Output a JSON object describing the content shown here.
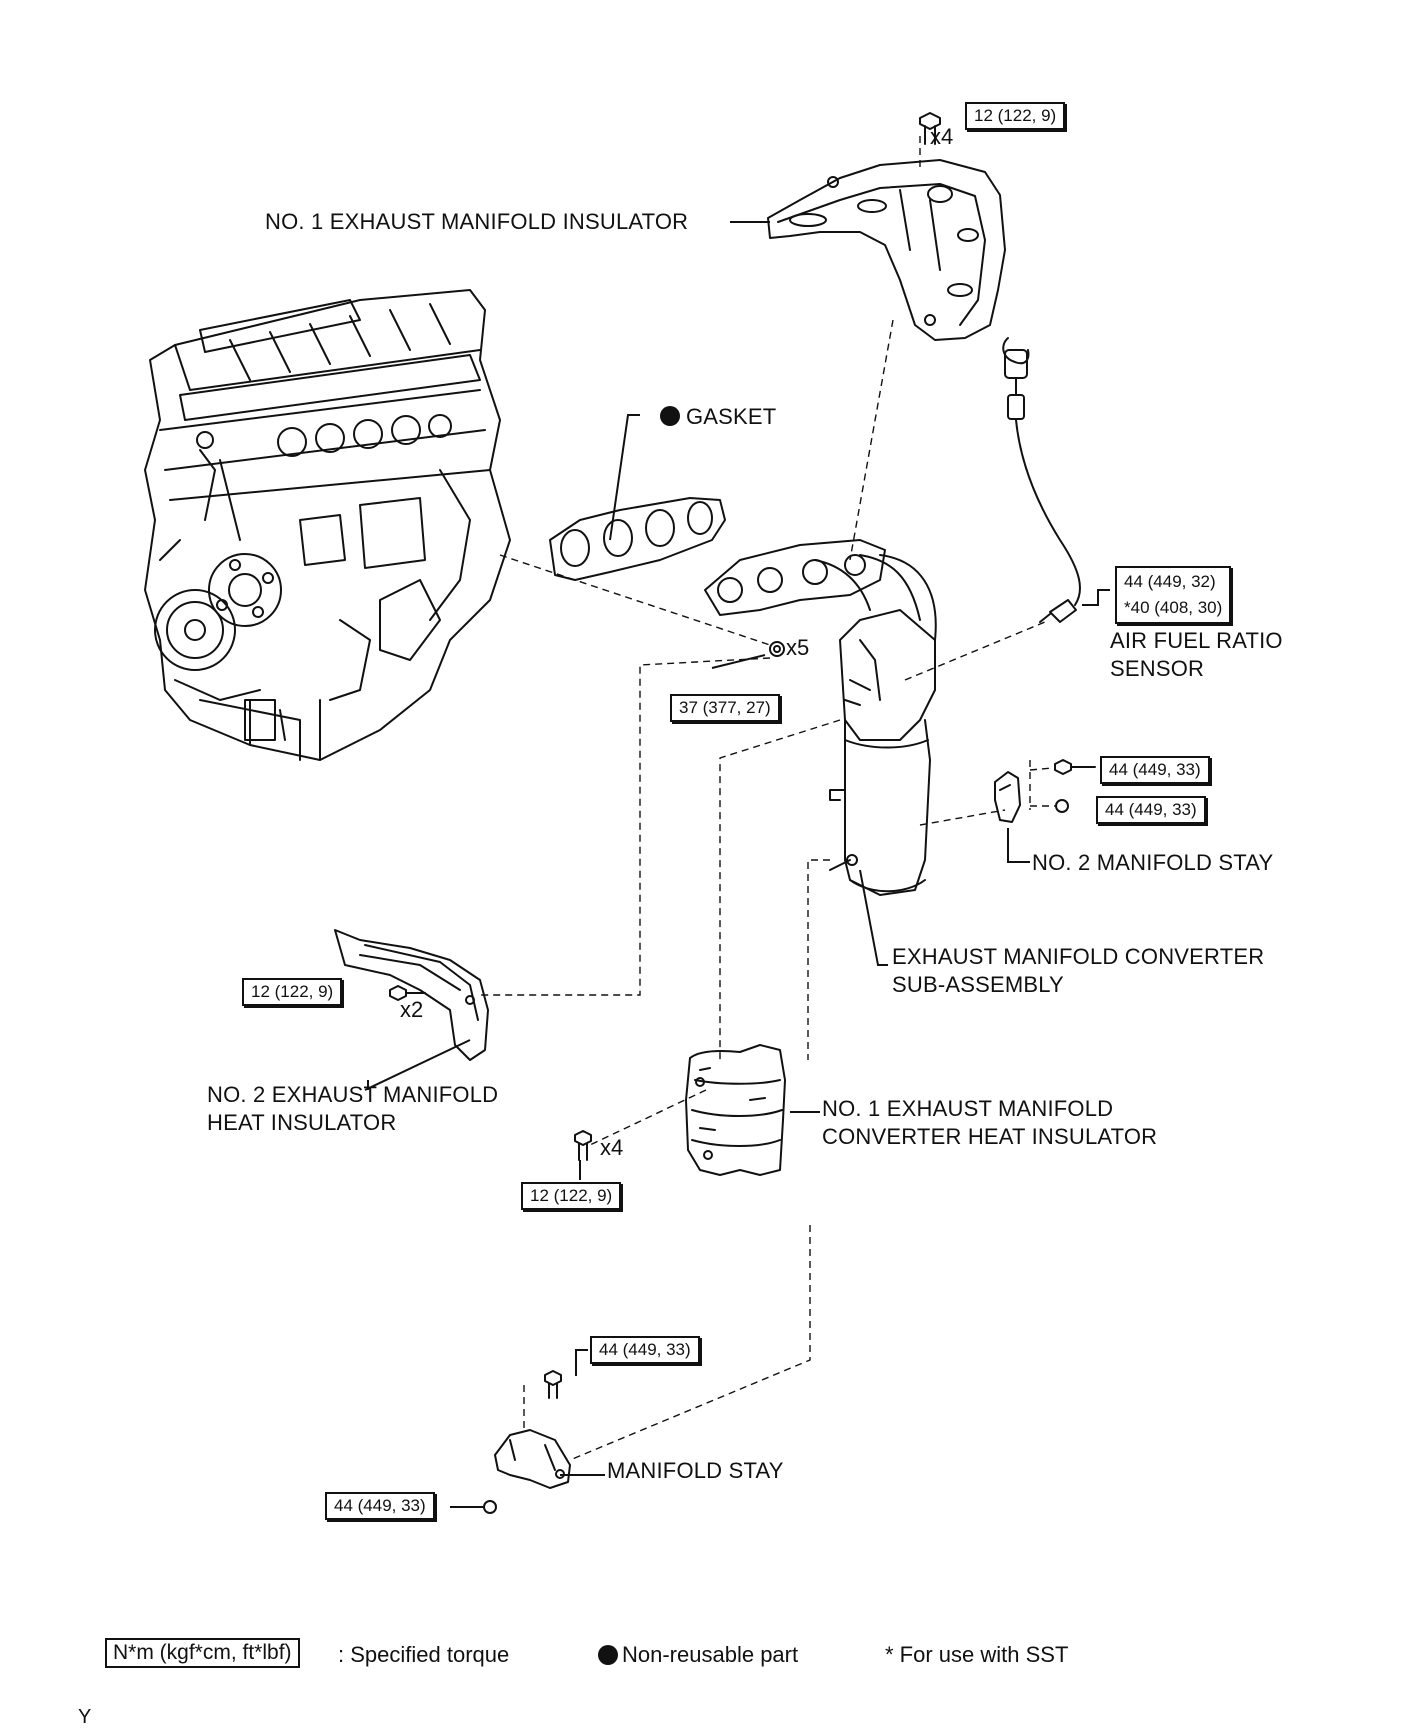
{
  "parts": {
    "insulator1": "NO. 1 EXHAUST MANIFOLD INSULATOR",
    "gasket": "GASKET",
    "af_sensor_l1": "AIR FUEL RATIO",
    "af_sensor_l2": "SENSOR",
    "stay2": "NO. 2 MANIFOLD STAY",
    "converter_l1": "EXHAUST MANIFOLD CONVERTER",
    "converter_l2": "SUB-ASSEMBLY",
    "heat_ins2_l1": "NO. 2 EXHAUST MANIFOLD",
    "heat_ins2_l2": "HEAT INSULATOR",
    "conv_ins1_l1": "NO. 1 EXHAUST MANIFOLD",
    "conv_ins1_l2": "CONVERTER HEAT INSULATOR",
    "stay": "MANIFOLD STAY"
  },
  "torques": {
    "insulator_bolt": "12 (122, 9)",
    "sensor_a": "44 (449, 32)",
    "sensor_b": "*40 (408, 30)",
    "manifold_nut": "37 (377, 27)",
    "stay2_bolt": "44 (449, 33)",
    "stay2_nut": "44 (449, 33)",
    "heat_ins2_bolt": "12 (122, 9)",
    "conv_ins_bolt": "12 (122, 9)",
    "stay_bolt": "44 (449, 33)",
    "stay_nut": "44 (449, 33)"
  },
  "quantities": {
    "insulator_bolts": "x4",
    "manifold_nuts": "x5",
    "heat_ins2_bolts": "x2",
    "conv_ins_bolts": "x4"
  },
  "legend": {
    "torque_unit": "N*m (kgf*cm, ft*lbf)",
    "torque_desc": ": Specified torque",
    "nonreusable": "Non-reusable part",
    "sst": "* For use with SST"
  },
  "corner_mark": "Y"
}
